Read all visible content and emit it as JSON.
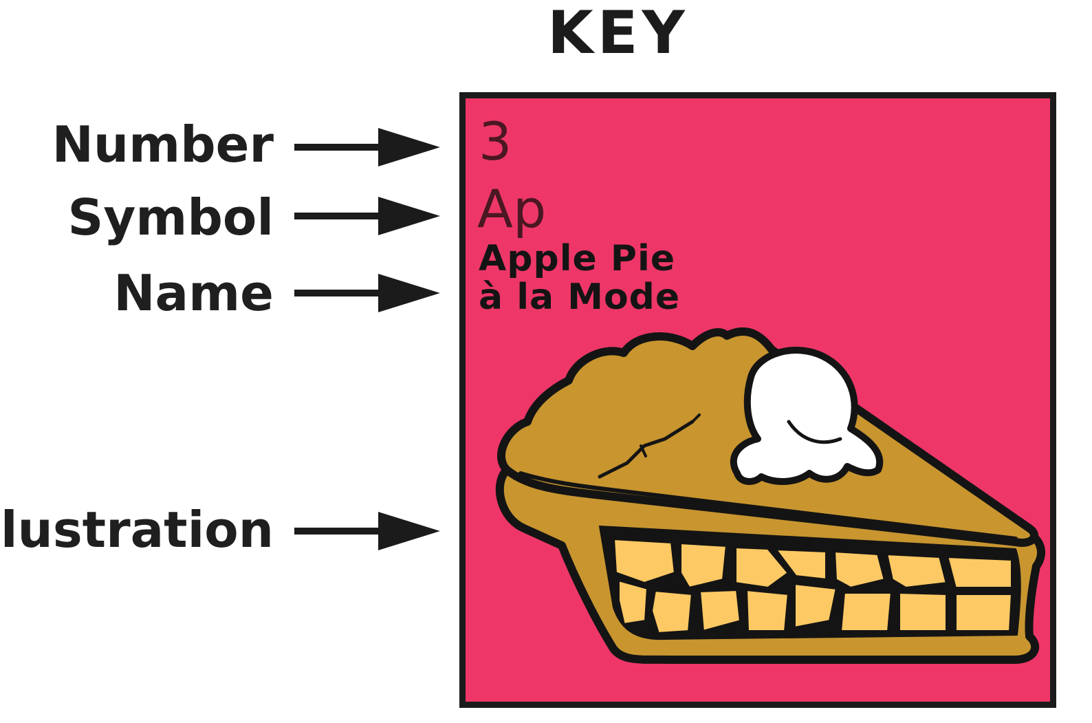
{
  "title": "KEY",
  "labels": {
    "number": "Number",
    "symbol": "Symbol",
    "name": "Name",
    "illustration": "Illustration"
  },
  "card": {
    "number": "3",
    "symbol": "Ap",
    "name_line1": "Apple Pie",
    "name_line2": "à la Mode",
    "illustration": "apple-pie-a-la-mode-icon"
  },
  "colors": {
    "card_background": "#ee3768",
    "crust": "#c8952f",
    "filling": "#fdc964",
    "ice_cream": "#ffffff",
    "outline": "#1b1b1b"
  }
}
